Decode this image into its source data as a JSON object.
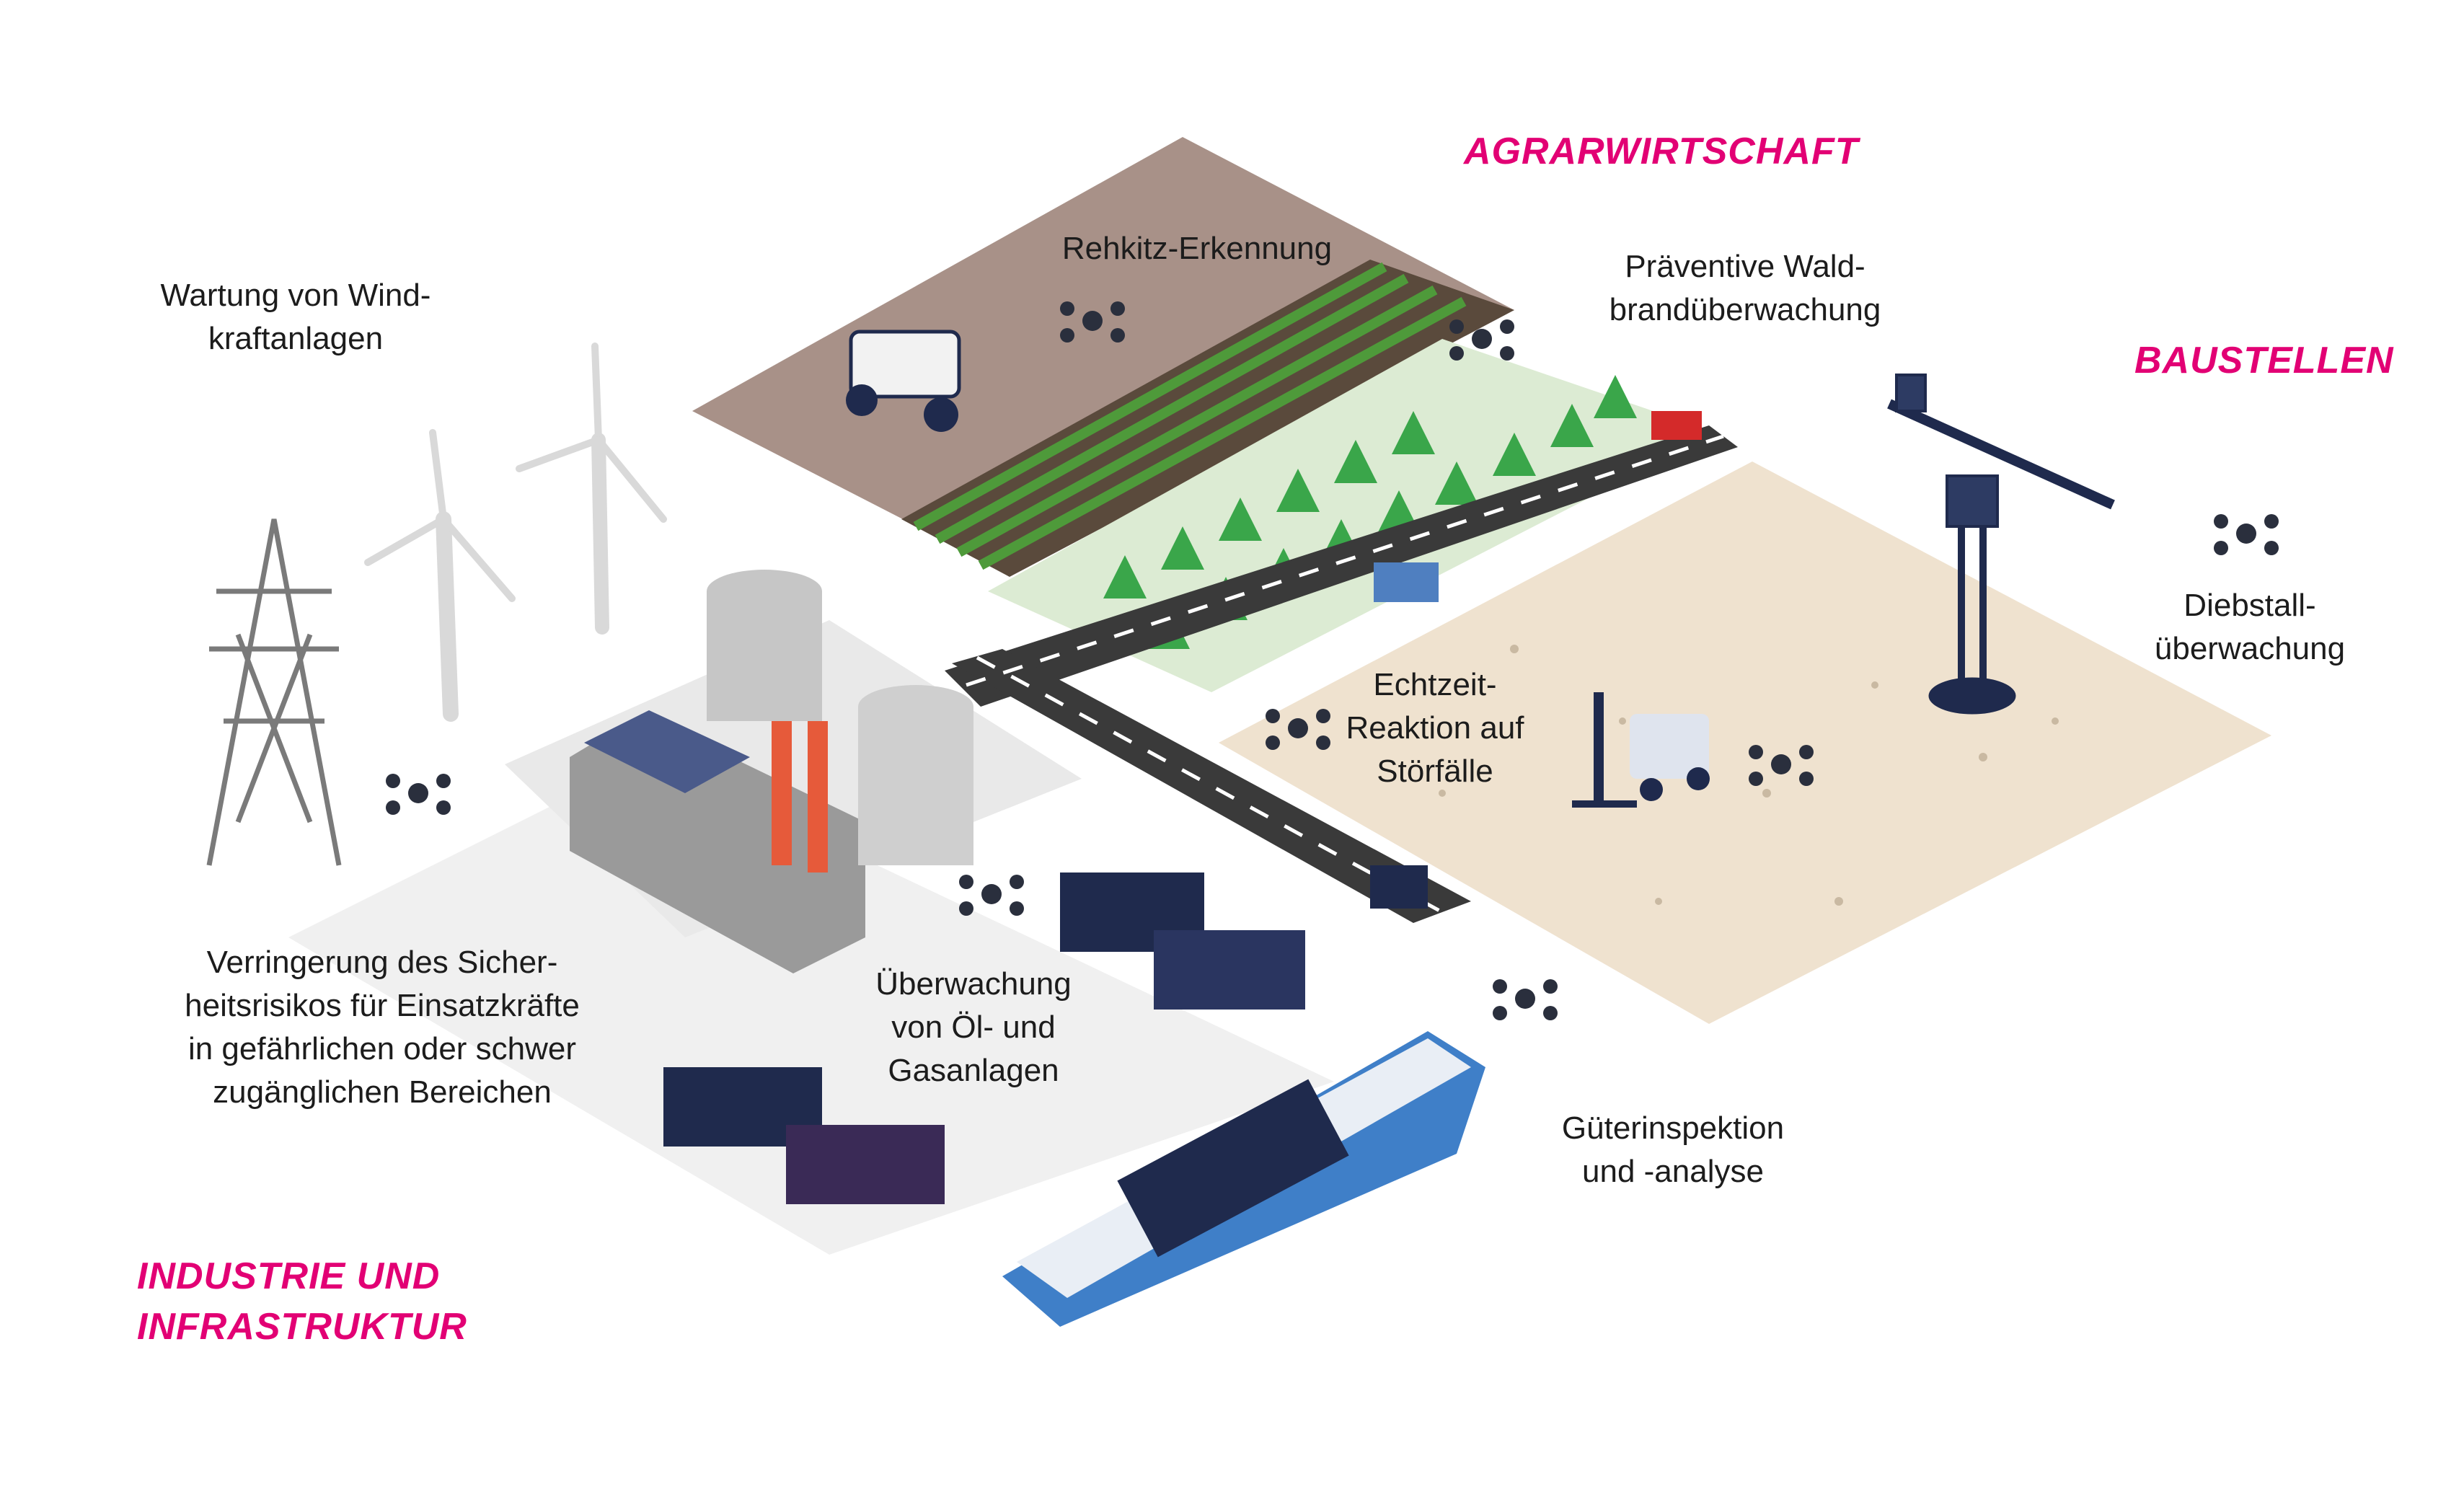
{
  "sections": {
    "agriculture": "AGRARWIRTSCHAFT",
    "construction": "BAUSTELLEN",
    "industry_line1": "INDUSTRIE UND",
    "industry_line2": "INFRASTRUKTUR"
  },
  "labels": {
    "wind": [
      "Wartung von Wind-",
      "kraftanlagen"
    ],
    "fawn": [
      "Rehkitz-Erkennung"
    ],
    "forest": [
      "Präventive Wald-",
      "brandüberwachung"
    ],
    "theft": [
      "Diebstall-",
      "überwachung"
    ],
    "incident": [
      "Echtzeit-",
      "Reaktion auf",
      "Störfälle"
    ],
    "safety": [
      "Verringerung des Sicher-",
      "heitsrisikos für Einsatzkräfte",
      "in gefährlichen oder schwer",
      "zugänglichen Bereichen"
    ],
    "oilgas": [
      "Überwachung",
      "von Öl- und",
      "Gasanlagen"
    ],
    "goods": [
      "Güterinspektion",
      "und -analyse"
    ]
  },
  "colors": {
    "accent": "#e20074",
    "text": "#1c1c1c",
    "navy": "#1f2a4d",
    "road": "#3a3a3a",
    "field": "#a8958a",
    "sand": "#efe2cf",
    "grass": "#d9ead0",
    "tree": "#3aa64a",
    "water": "#3f7fc8"
  },
  "icons": [
    "drone-icon",
    "wind-turbine-icon",
    "power-pylon-icon",
    "tractor-icon",
    "crane-icon",
    "forklift-icon",
    "ship-icon",
    "truck-icon",
    "factory-icon",
    "tree-icon"
  ]
}
